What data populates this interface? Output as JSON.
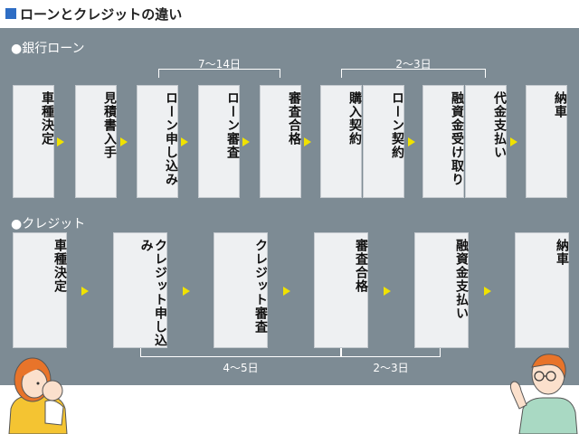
{
  "title": "ローンとクレジットの違い",
  "colors": {
    "accent": "#2e6dc4",
    "panel": "#7d8b94",
    "box": "#eef0f2",
    "arrow": "#f0e200"
  },
  "bank_loan": {
    "label": "●銀行ローン",
    "steps": [
      "車種決定",
      "見積書入手",
      "ローン申し込み",
      "ローン審査",
      "審査合格",
      "購入契約",
      "ローン契約",
      "融資金受け取り",
      "代金支払い",
      "納車"
    ],
    "durations": [
      "7〜14日",
      "2〜3日"
    ]
  },
  "credit": {
    "label": "●クレジット",
    "steps": [
      "車種決定",
      "クレジット申し込み",
      "クレジット審査",
      "審査合格",
      "融資金支払い",
      "納車"
    ],
    "durations": [
      "4〜5日",
      "2〜3日"
    ]
  }
}
